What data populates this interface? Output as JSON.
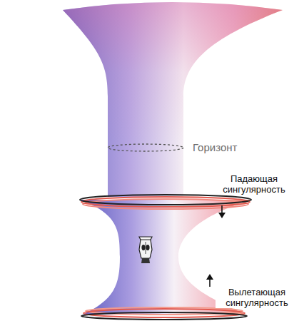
{
  "diagram": {
    "labels": [
      "Горизонт",
      "Падающая сингулярность",
      "Вылетающая сингулярность"
    ]
  }
}
